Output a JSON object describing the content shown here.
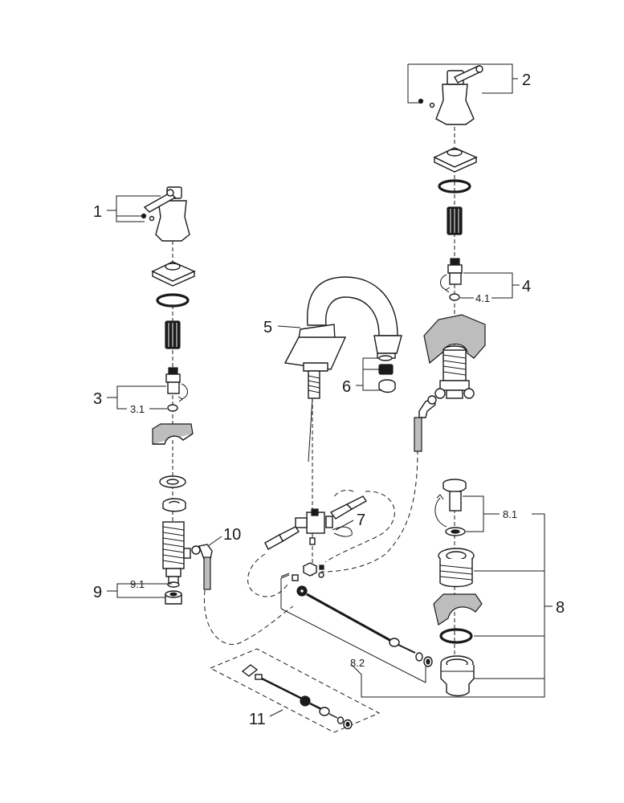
{
  "callouts": {
    "c1": "1",
    "c2": "2",
    "c3": "3",
    "c3_1": "3.1",
    "c4": "4",
    "c4_1": "4.1",
    "c5": "5",
    "c6": "6",
    "c7": "7",
    "c8": "8",
    "c8_1": "8.1",
    "c8_2": "8.2",
    "c9": "9",
    "c9_1": "9.1",
    "c10": "10",
    "c11": "11"
  }
}
